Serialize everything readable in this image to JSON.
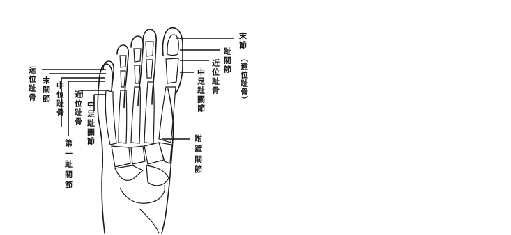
{
  "diagram": {
    "labels": {
      "distal_phalanx_left": "远位趾骨",
      "distal_ip_joint_left": "末關節",
      "middle_phalanx_left": "中位趾骨",
      "proximal_phalanx_left": "近位趾骨",
      "middle_foot_joint_left": "中足趾關節",
      "first_joint": "第一趾關節",
      "distal_joint_right": "末節",
      "distal_phalanx_right": "（遠位趾骨）",
      "toe_joint_right": "趾關節",
      "proximal_phalanx_right": "近位趾骨",
      "middle_foot_joint_right": "中足趾關節",
      "tarsometatarsal_joint": "跗蹠關節"
    }
  }
}
